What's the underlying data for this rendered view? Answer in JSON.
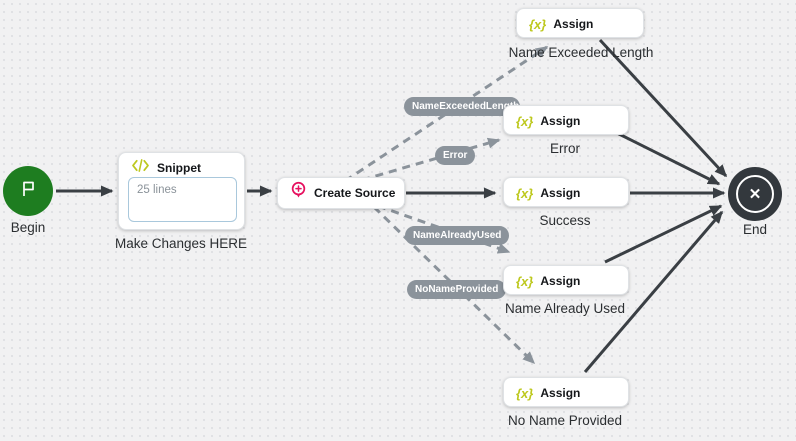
{
  "canvas": {
    "background": "#f1f1f2",
    "dot_color": "#dfe0e3"
  },
  "colors": {
    "begin_green": "#1e7d20",
    "assign_yellow": "#bdc81e",
    "create_source_pink": "#e6105f",
    "solid_edge_dark": "#3a3f44",
    "dashed_edge_gray": "#8b939b",
    "end_dark": "#33383d"
  },
  "icons": {
    "begin": "flag-icon",
    "snippet": "code-icon",
    "create_source": "pin-plus-icon",
    "assign": "curly-x-icon",
    "end": "close-icon"
  },
  "icon_glyphs": {
    "assign": "{x}",
    "end": "✕"
  },
  "nodes": {
    "begin": {
      "label": "Begin"
    },
    "snippet": {
      "title": "Snippet",
      "body": "25 lines",
      "caption": "Make Changes HERE"
    },
    "create_source": {
      "title": "Create Source"
    },
    "assigns": [
      {
        "title": "Assign",
        "caption": "Name Exceeded Length"
      },
      {
        "title": "Assign",
        "caption": "Error"
      },
      {
        "title": "Assign",
        "caption": "Success"
      },
      {
        "title": "Assign",
        "caption": "Name Already Used"
      },
      {
        "title": "Assign",
        "caption": "No Name Provided"
      }
    ],
    "end": {
      "label": "End"
    }
  },
  "edge_labels": [
    "NameExceededLength",
    "Error",
    "NameAlreadyUsed",
    "NoNameProvided"
  ]
}
